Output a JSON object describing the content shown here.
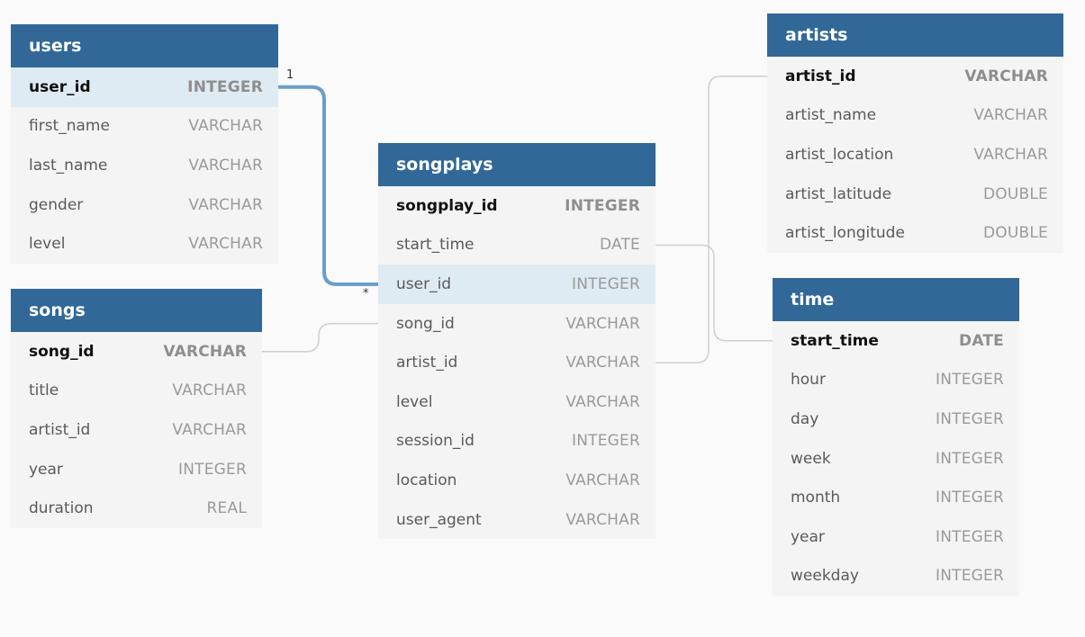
{
  "tables": [
    {
      "id": "users",
      "title": "users",
      "fields": [
        {
          "name": "user_id",
          "type": "INTEGER",
          "pk": true,
          "highlight": true
        },
        {
          "name": "first_name",
          "type": "VARCHAR"
        },
        {
          "name": "last_name",
          "type": "VARCHAR"
        },
        {
          "name": "gender",
          "type": "VARCHAR"
        },
        {
          "name": "level",
          "type": "VARCHAR"
        }
      ]
    },
    {
      "id": "songs",
      "title": "songs",
      "fields": [
        {
          "name": "song_id",
          "type": "VARCHAR",
          "pk": true
        },
        {
          "name": "title",
          "type": "VARCHAR"
        },
        {
          "name": "artist_id",
          "type": "VARCHAR"
        },
        {
          "name": "year",
          "type": "INTEGER"
        },
        {
          "name": "duration",
          "type": "REAL"
        }
      ]
    },
    {
      "id": "songplays",
      "title": "songplays",
      "fields": [
        {
          "name": "songplay_id",
          "type": "INTEGER",
          "pk": true
        },
        {
          "name": "start_time",
          "type": "DATE"
        },
        {
          "name": "user_id",
          "type": "INTEGER",
          "highlight": true
        },
        {
          "name": "song_id",
          "type": "VARCHAR"
        },
        {
          "name": "artist_id",
          "type": "VARCHAR"
        },
        {
          "name": "level",
          "type": "VARCHAR"
        },
        {
          "name": "session_id",
          "type": "INTEGER"
        },
        {
          "name": "location",
          "type": "VARCHAR"
        },
        {
          "name": "user_agent",
          "type": "VARCHAR"
        }
      ]
    },
    {
      "id": "artists",
      "title": "artists",
      "fields": [
        {
          "name": "artist_id",
          "type": "VARCHAR",
          "pk": true
        },
        {
          "name": "artist_name",
          "type": "VARCHAR"
        },
        {
          "name": "artist_location",
          "type": "VARCHAR"
        },
        {
          "name": "artist_latitude",
          "type": "DOUBLE"
        },
        {
          "name": "artist_longitude",
          "type": "DOUBLE"
        }
      ]
    },
    {
      "id": "time",
      "title": "time",
      "fields": [
        {
          "name": "start_time",
          "type": "DATE",
          "pk": true
        },
        {
          "name": "hour",
          "type": "INTEGER"
        },
        {
          "name": "day",
          "type": "INTEGER"
        },
        {
          "name": "week",
          "type": "INTEGER"
        },
        {
          "name": "month",
          "type": "INTEGER"
        },
        {
          "name": "year",
          "type": "INTEGER"
        },
        {
          "name": "weekday",
          "type": "INTEGER"
        }
      ]
    }
  ],
  "relations": [
    {
      "from": "users.user_id",
      "to": "songplays.user_id",
      "from_card": "1",
      "to_card": "*",
      "selected": true
    },
    {
      "from": "songs.song_id",
      "to": "songplays.song_id"
    },
    {
      "from": "artists.artist_id",
      "to": "songplays.artist_id"
    },
    {
      "from": "time.start_time",
      "to": "songplays.start_time"
    }
  ],
  "colors": {
    "header": "#316897",
    "highlight_row": "#deebf2",
    "selected_link": "#6a9ec9",
    "link": "#cfcfcf"
  }
}
